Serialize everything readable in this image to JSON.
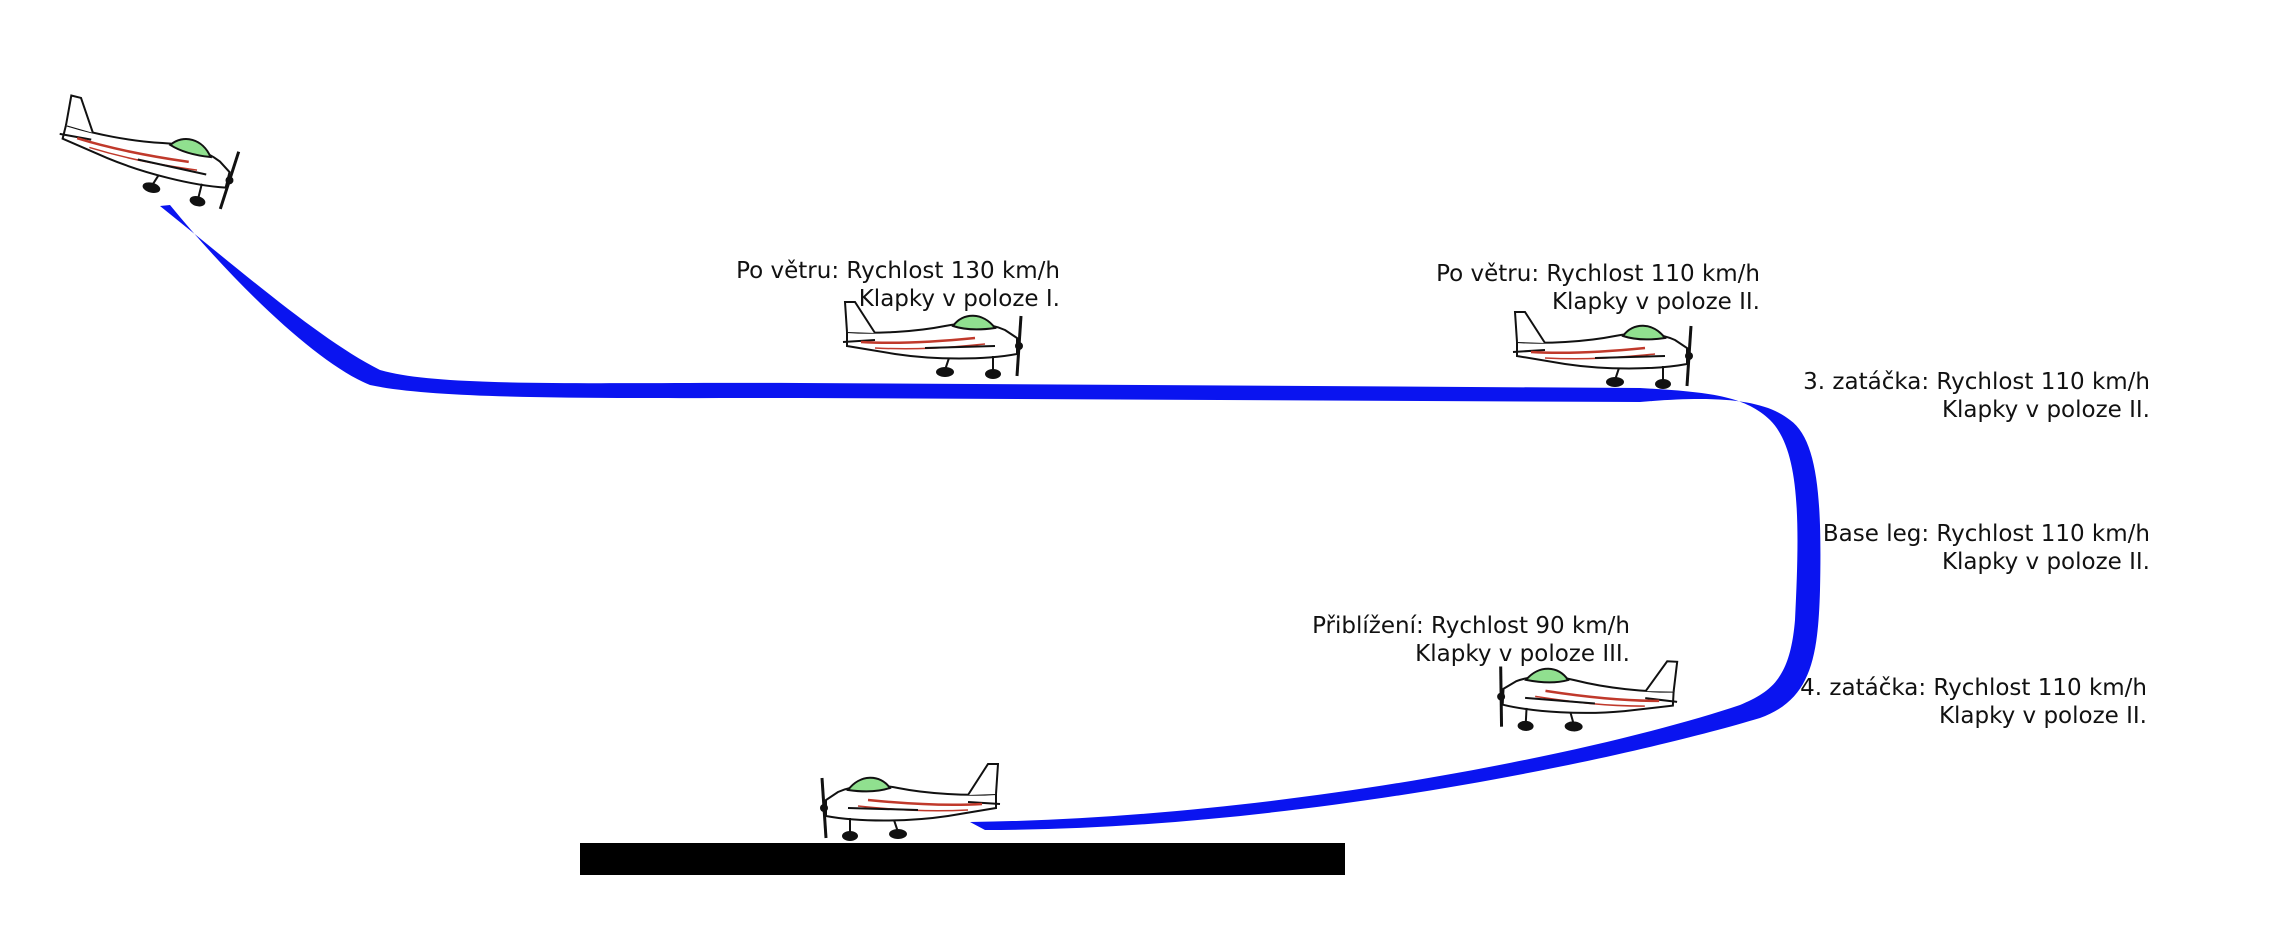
{
  "colors": {
    "path": "#0a14f0",
    "runway": "#000000",
    "canopy": "#90e08f",
    "stripe": "#c0392b"
  },
  "labels": {
    "downwind1": {
      "line1": "Po větru: Rychlost 130 km/h",
      "line2": "Klapky v poloze I."
    },
    "downwind2": {
      "line1": "Po větru: Rychlost 110 km/h",
      "line2": "Klapky v poloze II."
    },
    "turn3": {
      "line1": "3. zatáčka: Rychlost 110 km/h",
      "line2": "Klapky v poloze II."
    },
    "base": {
      "line1": "Base leg: Rychlost 110 km/h",
      "line2": "Klapky v poloze II."
    },
    "approach": {
      "line1": "Přiblížení: Rychlost 90 km/h",
      "line2": "Klapky v poloze III."
    },
    "turn4": {
      "line1": "4. zatáčka: Rychlost 110 km/h",
      "line2": "Klapky v poloze II."
    }
  },
  "icons": {
    "aircraft": "light-sport-aircraft-icon",
    "runway": "runway-bar"
  }
}
